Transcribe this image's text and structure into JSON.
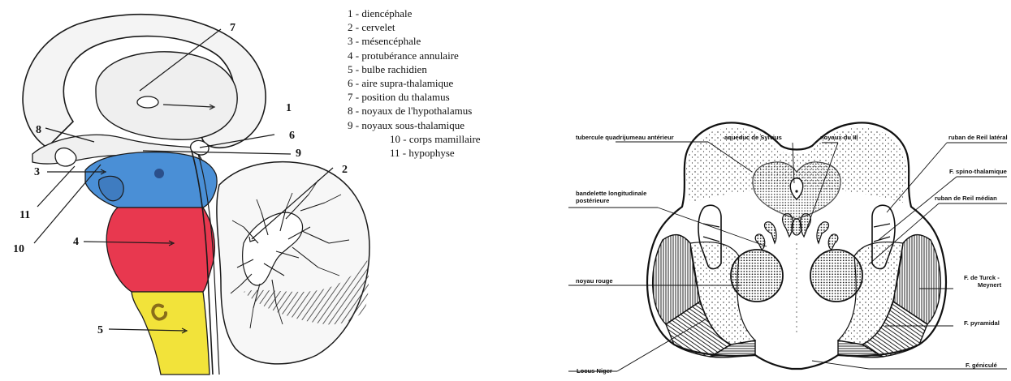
{
  "left_diagram": {
    "legend": [
      "1 - diencéphale",
      "2 - cervelet",
      "3 - mésencéphale",
      "4 - protubérance annulaire",
      "5 - bulbe rachidien",
      "6 - aire supra-thalamique",
      "7 - position du thalamus",
      "8 - noyaux de l'hypothalamus",
      "9 - noyaux sous-thalamique",
      "10 -  corps mamillaire",
      "11 - hypophyse"
    ],
    "numbers": [
      "1",
      "2",
      "3",
      "4",
      "5",
      "6",
      "7",
      "8",
      "9",
      "10",
      "11"
    ],
    "colors": {
      "mesencephale": "#4a8fd6",
      "protuberance": "#e8384f",
      "bulbe": "#f2e33a",
      "outline": "#1a1a1a"
    }
  },
  "right_diagram": {
    "labels": {
      "tubercule": "tubercule quadrijumeau antérieur",
      "aqueduc": "aqueduc de Sylvius",
      "noyaux_iii": "noyaux du III",
      "ruban_lateral": "ruban de Reil latéral",
      "spino": "F. spino-thalamique",
      "ruban_median": "ruban de Reil médian",
      "bandelette_1": "bandelette longitudinale",
      "bandelette_2": "postérieure",
      "noyau_rouge": "noyau rouge",
      "turck_1": "F. de Turck -",
      "turck_2": "Meynert",
      "pyramidal": "F. pyramidal",
      "locus": "Locus Niger",
      "genicule": "F. géniculé"
    }
  }
}
